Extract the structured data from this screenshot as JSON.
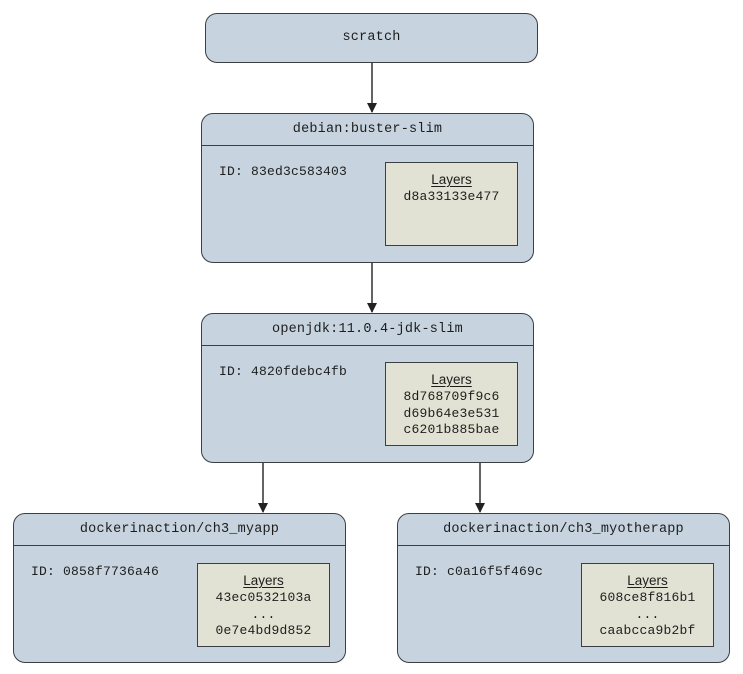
{
  "diagram": {
    "nodes": {
      "scratch": {
        "title": "scratch"
      },
      "debian": {
        "title": "debian:buster-slim",
        "id_text": "ID: 83ed3c583403",
        "layers_heading": "Layers",
        "layers": [
          "d8a33133e477"
        ]
      },
      "openjdk": {
        "title": "openjdk:11.0.4-jdk-slim",
        "id_text": "ID: 4820fdebc4fb",
        "layers_heading": "Layers",
        "layers": [
          "8d768709f9c6",
          "d69b64e3e531",
          "c6201b885bae"
        ]
      },
      "myapp": {
        "title": "dockerinaction/ch3_myapp",
        "id_text": "ID: 0858f7736a46",
        "layers_heading": "Layers",
        "layers": [
          "43ec0532103a",
          "...",
          "0e7e4bd9d852"
        ]
      },
      "myotherapp": {
        "title": "dockerinaction/ch3_myotherapp",
        "id_text": "ID: c0a16f5f469c",
        "layers_heading": "Layers",
        "layers": [
          "608ce8f816b1",
          "...",
          "caabcca9b2bf"
        ]
      }
    },
    "colors": {
      "node_fill": "#c7d4df",
      "layers_fill": "#e2e2d4",
      "stroke": "#3a3f44"
    }
  }
}
